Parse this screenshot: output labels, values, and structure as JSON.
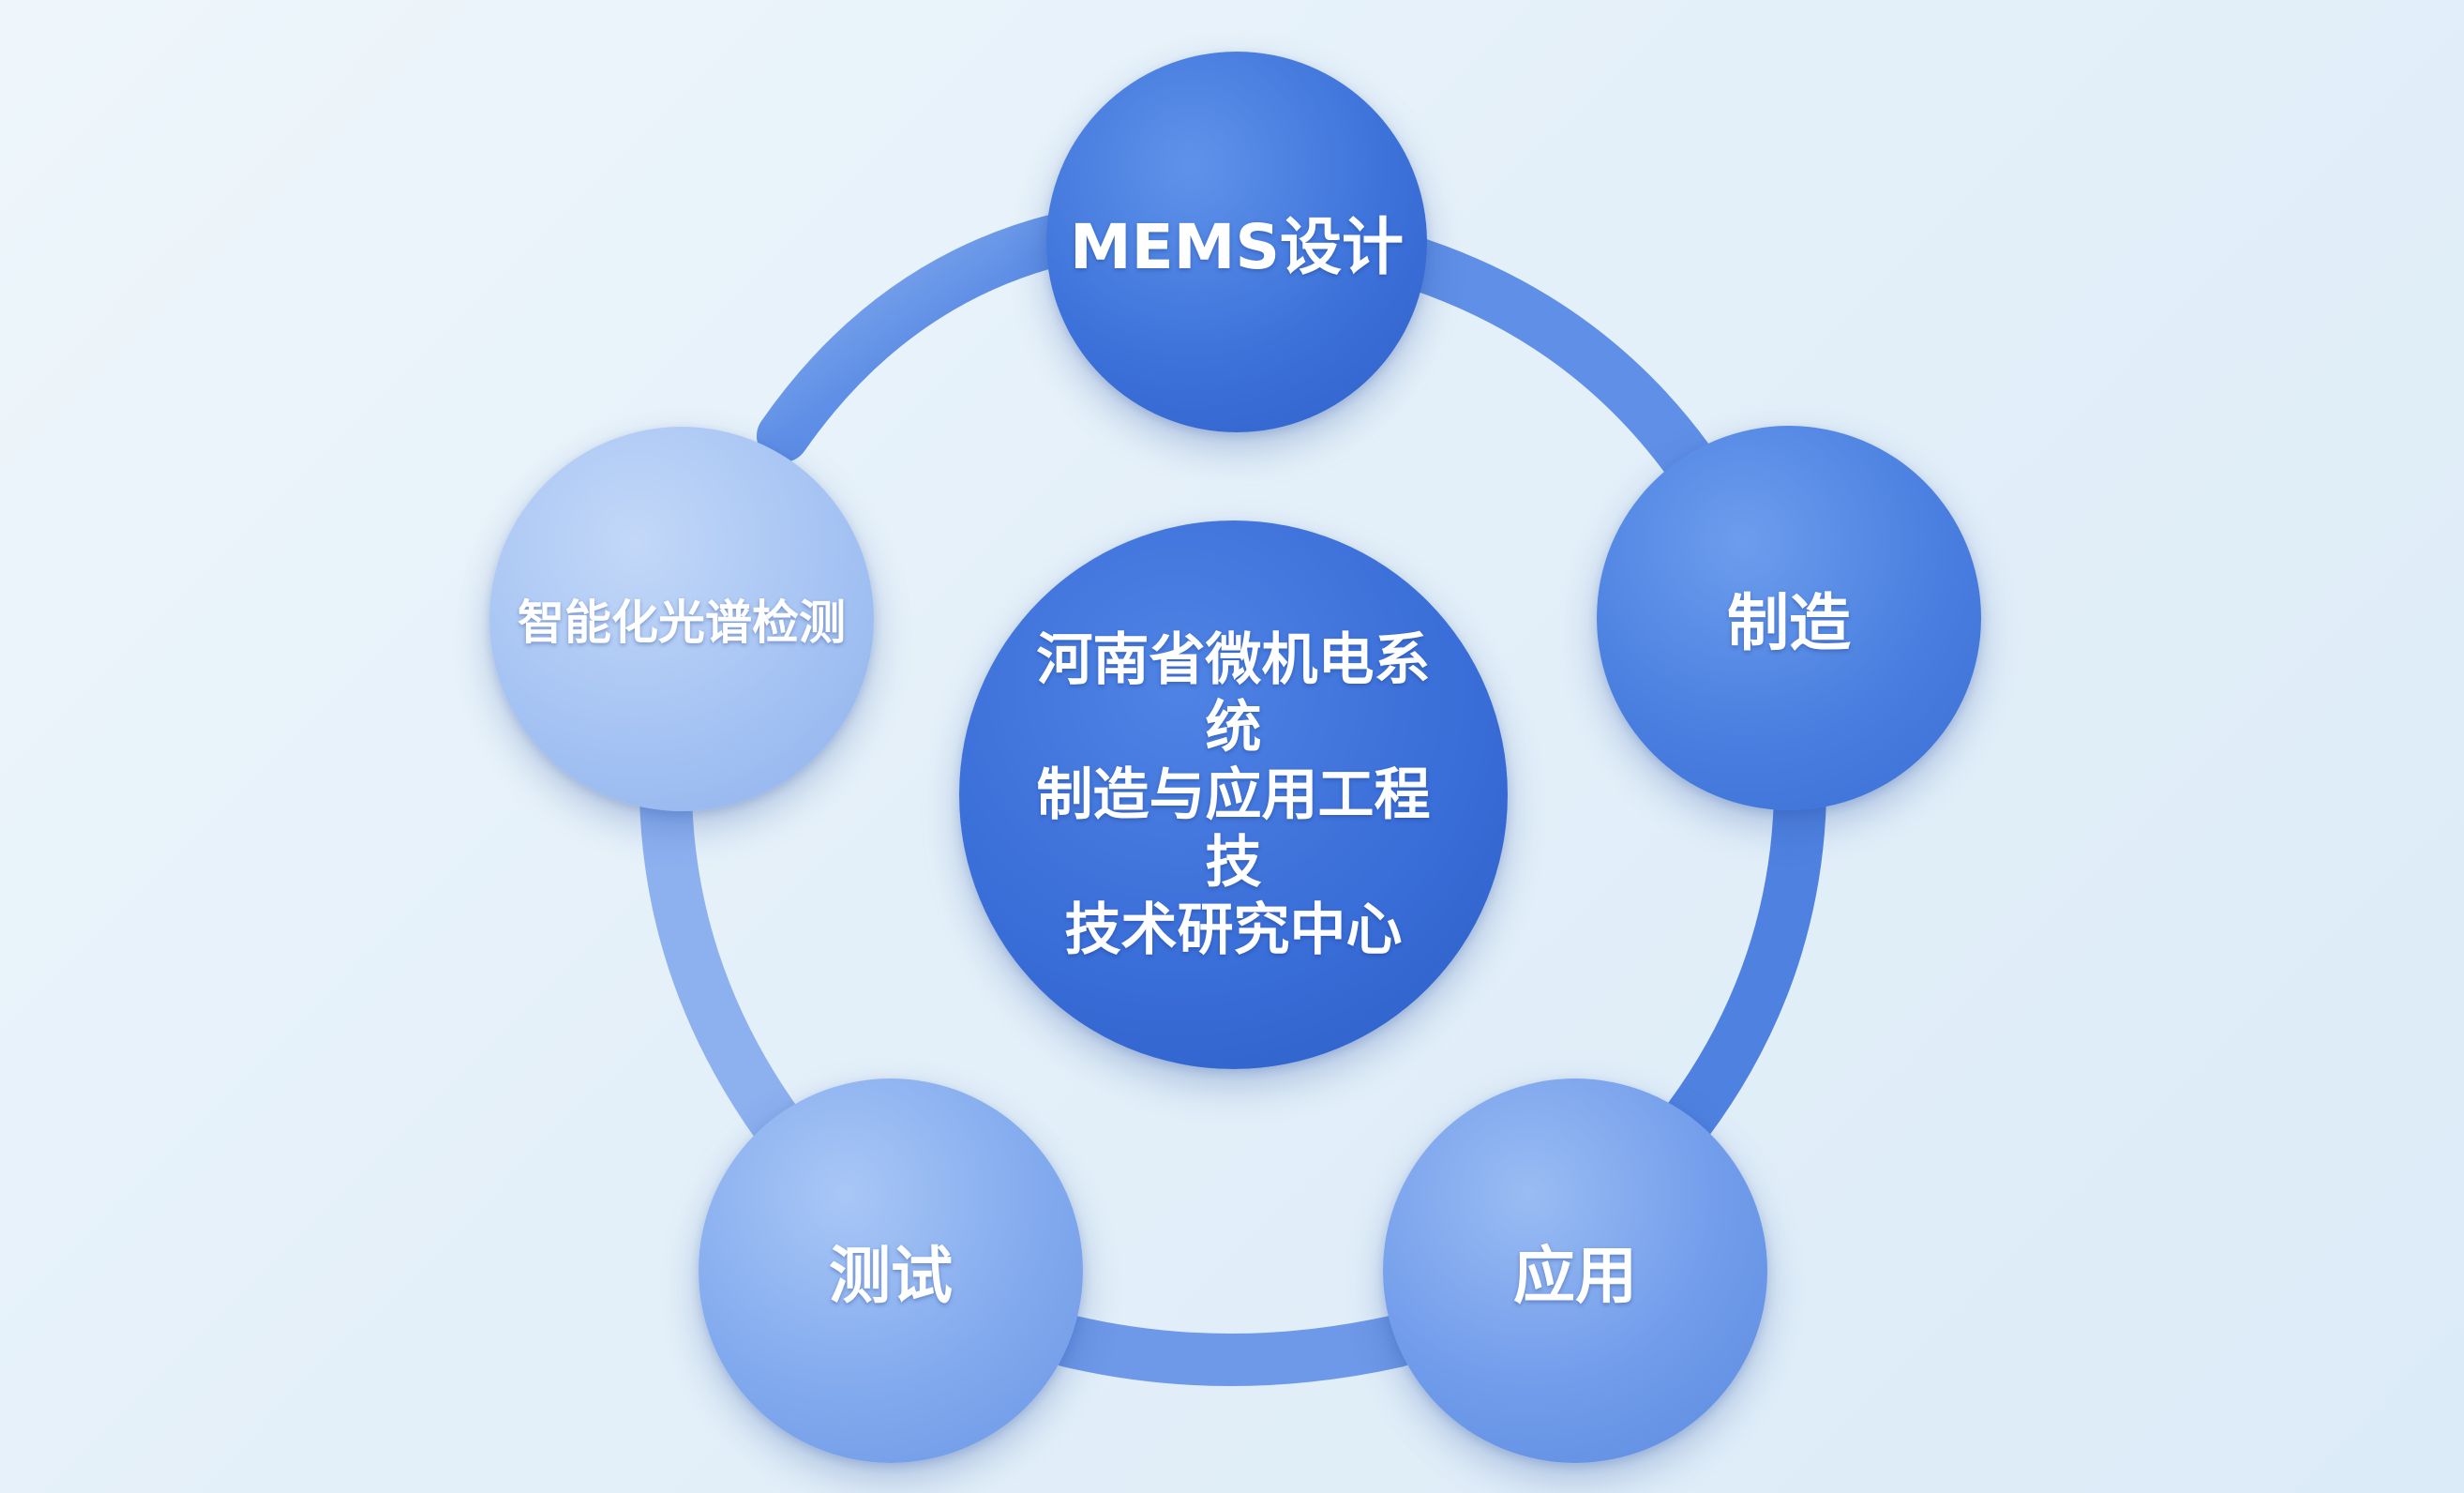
{
  "diagram": {
    "center": {
      "lines": [
        "河南省微机电系统",
        "制造与应用工程技",
        "技术研究中心"
      ]
    },
    "nodes": [
      {
        "id": "top",
        "label": "MEMS设计"
      },
      {
        "id": "right",
        "label": "制造"
      },
      {
        "id": "bottom-right",
        "label": "应用"
      },
      {
        "id": "bottom-left",
        "label": "测试"
      },
      {
        "id": "left",
        "label": "智能化光谱检测"
      }
    ]
  },
  "colors": {
    "ring": "#5f8fe6",
    "center": "#3a6ed8",
    "node_dark": "#3d72da",
    "node_light": "#a5c3f3",
    "background": "#e4f0f9"
  }
}
